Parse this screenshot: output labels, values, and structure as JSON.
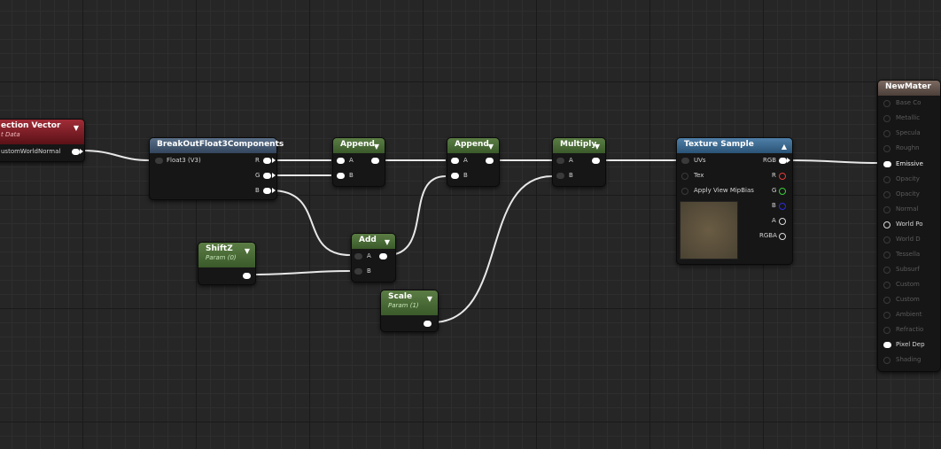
{
  "graph": {
    "nodes": {
      "camera_vector": {
        "title": "ection Vector",
        "subtitle": "t Data",
        "output": "ustomWorldNormal"
      },
      "breakout": {
        "title": "BreakOutFloat3Components",
        "input": "Float3 (V3)",
        "outputs": [
          "R",
          "G",
          "B"
        ]
      },
      "append1": {
        "title": "Append",
        "inputs": [
          "A",
          "B"
        ]
      },
      "append2": {
        "title": "Append",
        "inputs": [
          "A",
          "B"
        ]
      },
      "multiply": {
        "title": "Multiply",
        "inputs": [
          "A",
          "B"
        ]
      },
      "add": {
        "title": "Add",
        "inputs": [
          "A",
          "B"
        ]
      },
      "shiftz": {
        "title": "ShiftZ",
        "subtitle": "Param (0)"
      },
      "scale": {
        "title": "Scale",
        "subtitle": "Param (1)"
      },
      "texture_sample": {
        "title": "Texture Sample",
        "inputs": [
          "UVs",
          "Tex",
          "Apply View MipBias"
        ],
        "outputs": [
          "RGB",
          "R",
          "G",
          "B",
          "A",
          "RGBA"
        ]
      },
      "material": {
        "title": "NewMater",
        "pins": [
          "Base Co",
          "Metallic",
          "Specula",
          "Roughn",
          "Emissive",
          "Opacity",
          "Opacity",
          "Normal",
          "World Po",
          "World D",
          "Tessella",
          "Subsurf",
          "Custom",
          "Custom",
          "Ambient",
          "Refractio",
          "Pixel Dep",
          "Shading"
        ]
      }
    }
  },
  "colors": {
    "graph_bg": "#262626",
    "header_green": "#4a6b37",
    "header_blue": "#3b6a91",
    "header_red": "#8a1f2a",
    "pin_red": "#e23a3a",
    "pin_green": "#3acb3a",
    "pin_blue": "#2b2bd9"
  },
  "icons": {
    "collapse": "triangle-down-icon",
    "expand": "triangle-up-icon"
  }
}
